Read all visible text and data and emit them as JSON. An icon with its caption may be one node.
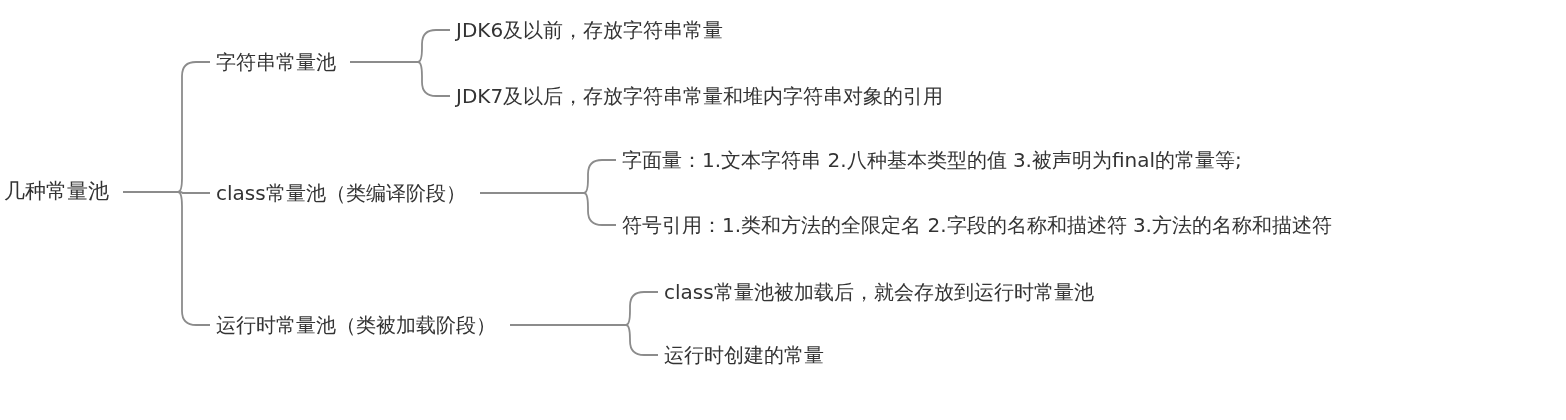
{
  "diagram": {
    "nodes": [
      {
        "text": [
          "几种常量池"
        ]
      },
      {
        "text": [
          "字符串常量池"
        ]
      },
      {
        "text": [
          "JDK6及以前，存放字符串常量"
        ]
      },
      {
        "text": [
          "JDK7及以后，存放字符串常量和堆内字符串对象的引用"
        ]
      },
      {
        "text": [
          "class常量池（类编译阶段）"
        ]
      },
      {
        "text": [
          "字面量：1.文本字符串 2.八种基本类型的值 3.被声明为final的常量等;"
        ]
      },
      {
        "text": [
          "符号引用：1.类和方法的全限定名 2.字段的名称和描述符 3.方法的名称和描述符"
        ]
      },
      {
        "text": [
          "运行时常量池（类被加载阶段）"
        ]
      },
      {
        "text": [
          "class常量池被加载后，就会存放到运行时常量池"
        ]
      },
      {
        "text": [
          "运行时创建的常量"
        ]
      }
    ],
    "edges": [
      {
        "from": 0,
        "to": 1,
        "arrow": "none"
      },
      {
        "from": 0,
        "to": 4,
        "arrow": "none"
      },
      {
        "from": 0,
        "to": 7,
        "arrow": "none"
      },
      {
        "from": 1,
        "to": 2,
        "arrow": "none"
      },
      {
        "from": 1,
        "to": 3,
        "arrow": "none"
      },
      {
        "from": 4,
        "to": 5,
        "arrow": "none"
      },
      {
        "from": 4,
        "to": 6,
        "arrow": "none"
      },
      {
        "from": 7,
        "to": 8,
        "arrow": "none"
      },
      {
        "from": 7,
        "to": 9,
        "arrow": "none"
      }
    ]
  }
}
